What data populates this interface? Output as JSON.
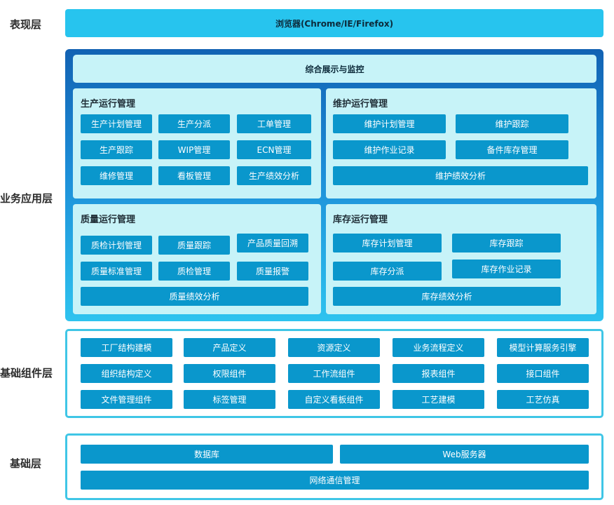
{
  "layers": {
    "presentation": "表现层",
    "business": "业务应用层",
    "components": "基础组件层",
    "base": "基础层"
  },
  "presentation_bar": "浏览器(Chrome/IE/Firefox)",
  "display_bar": "综合展示与监控",
  "production": {
    "title": "生产运行管理",
    "modules": [
      "生产计划管理",
      "生产分派",
      "工单管理",
      "生产跟踪",
      "WIP管理",
      "ECN管理",
      "维修管理",
      "看板管理",
      "生产绩效分析"
    ]
  },
  "maintenance": {
    "title": "维护运行管理",
    "modules": [
      "维护计划管理",
      "维护跟踪",
      "维护作业记录",
      "备件库存管理",
      "维护绩效分析"
    ]
  },
  "quality": {
    "title": "质量运行管理",
    "modules": [
      "质检计划管理",
      "质量跟踪",
      "产品质量回溯",
      "质量标准管理",
      "质检管理",
      "质量报警",
      "质量绩效分析"
    ]
  },
  "inventory": {
    "title": "库存运行管理",
    "modules": [
      "库存计划管理",
      "库存跟踪",
      "库存分派",
      "库存作业记录",
      "库存绩效分析"
    ]
  },
  "components": {
    "modules": [
      "工厂结构建模",
      "产品定义",
      "资源定义",
      "业务流程定义",
      "模型计算服务引擎",
      "组织结构定义",
      "权限组件",
      "工作流组件",
      "报表组件",
      "接口组件",
      "文件管理组件",
      "标签管理",
      "自定义看板组件",
      "工艺建模",
      "工艺仿真"
    ]
  },
  "base": {
    "modules": [
      "数据库",
      "Web服务器",
      "网络通信管理"
    ]
  },
  "colors": {
    "presentation_bar": "#27c4ee",
    "module": "#0a97cc",
    "panel": "#c7f3f8",
    "frame_border": "#3fc6e6"
  }
}
